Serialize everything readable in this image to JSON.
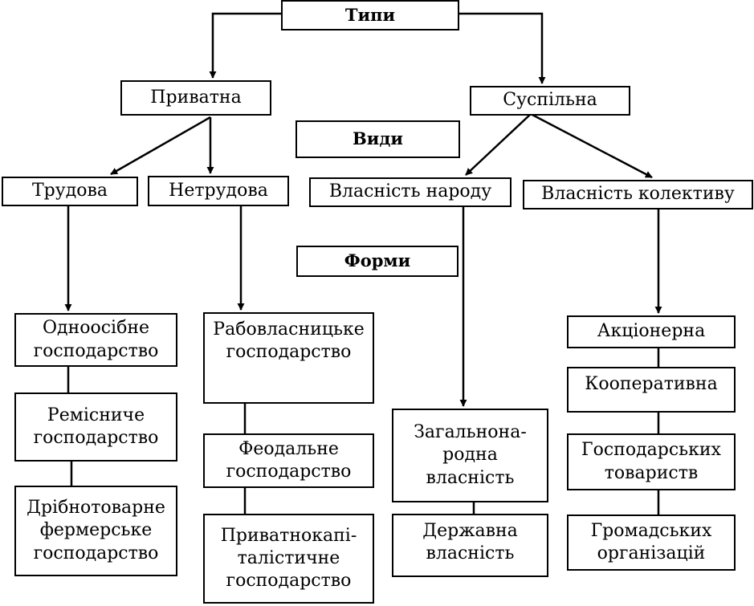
{
  "nodes": {
    "types": "Типи",
    "private": "Приватна",
    "social": "Суспільна",
    "kinds": "Види",
    "forms": "Форми",
    "labor": "Трудова",
    "nonlabor": "Нетрудова",
    "people": "Власність народу",
    "collective": "Власність колективу",
    "individual": "Одноосібне\nгосподарство",
    "craft": "Ремісниче\nгосподарство",
    "smallcommodity": "Дрібнотоварне\nфермерське\nгосподарство",
    "slave": "Рабовласницьке\nгосподарство",
    "feudal": "Феодальне\nгосподарство",
    "privatecapital": "Приватнокапі-\nталістичне\nгосподарство",
    "national": "Загальнона-\nродна\nвласність",
    "state": "Державна\nвласність",
    "joint": "Акціонерна",
    "coop": "Кооперативна",
    "business": "Господарських\nтовариств",
    "public": "Громадських\nорганізацій"
  }
}
